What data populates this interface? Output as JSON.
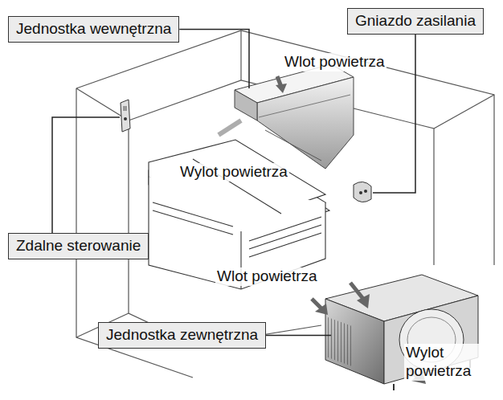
{
  "diagram": {
    "nodes": [
      {
        "text": [
          "Jednostka wewnętrzna"
        ]
      },
      {
        "text": [
          "Gniazdo zasilania"
        ]
      },
      {
        "text": [
          "Zdalne sterowanie"
        ]
      },
      {
        "text": [
          "Jednostka zewnętrzna"
        ]
      }
    ],
    "labels": [
      "Wlot powietrza",
      "Wylot powietrza",
      "Wlot powietrza",
      "Wylot powietrza"
    ]
  }
}
